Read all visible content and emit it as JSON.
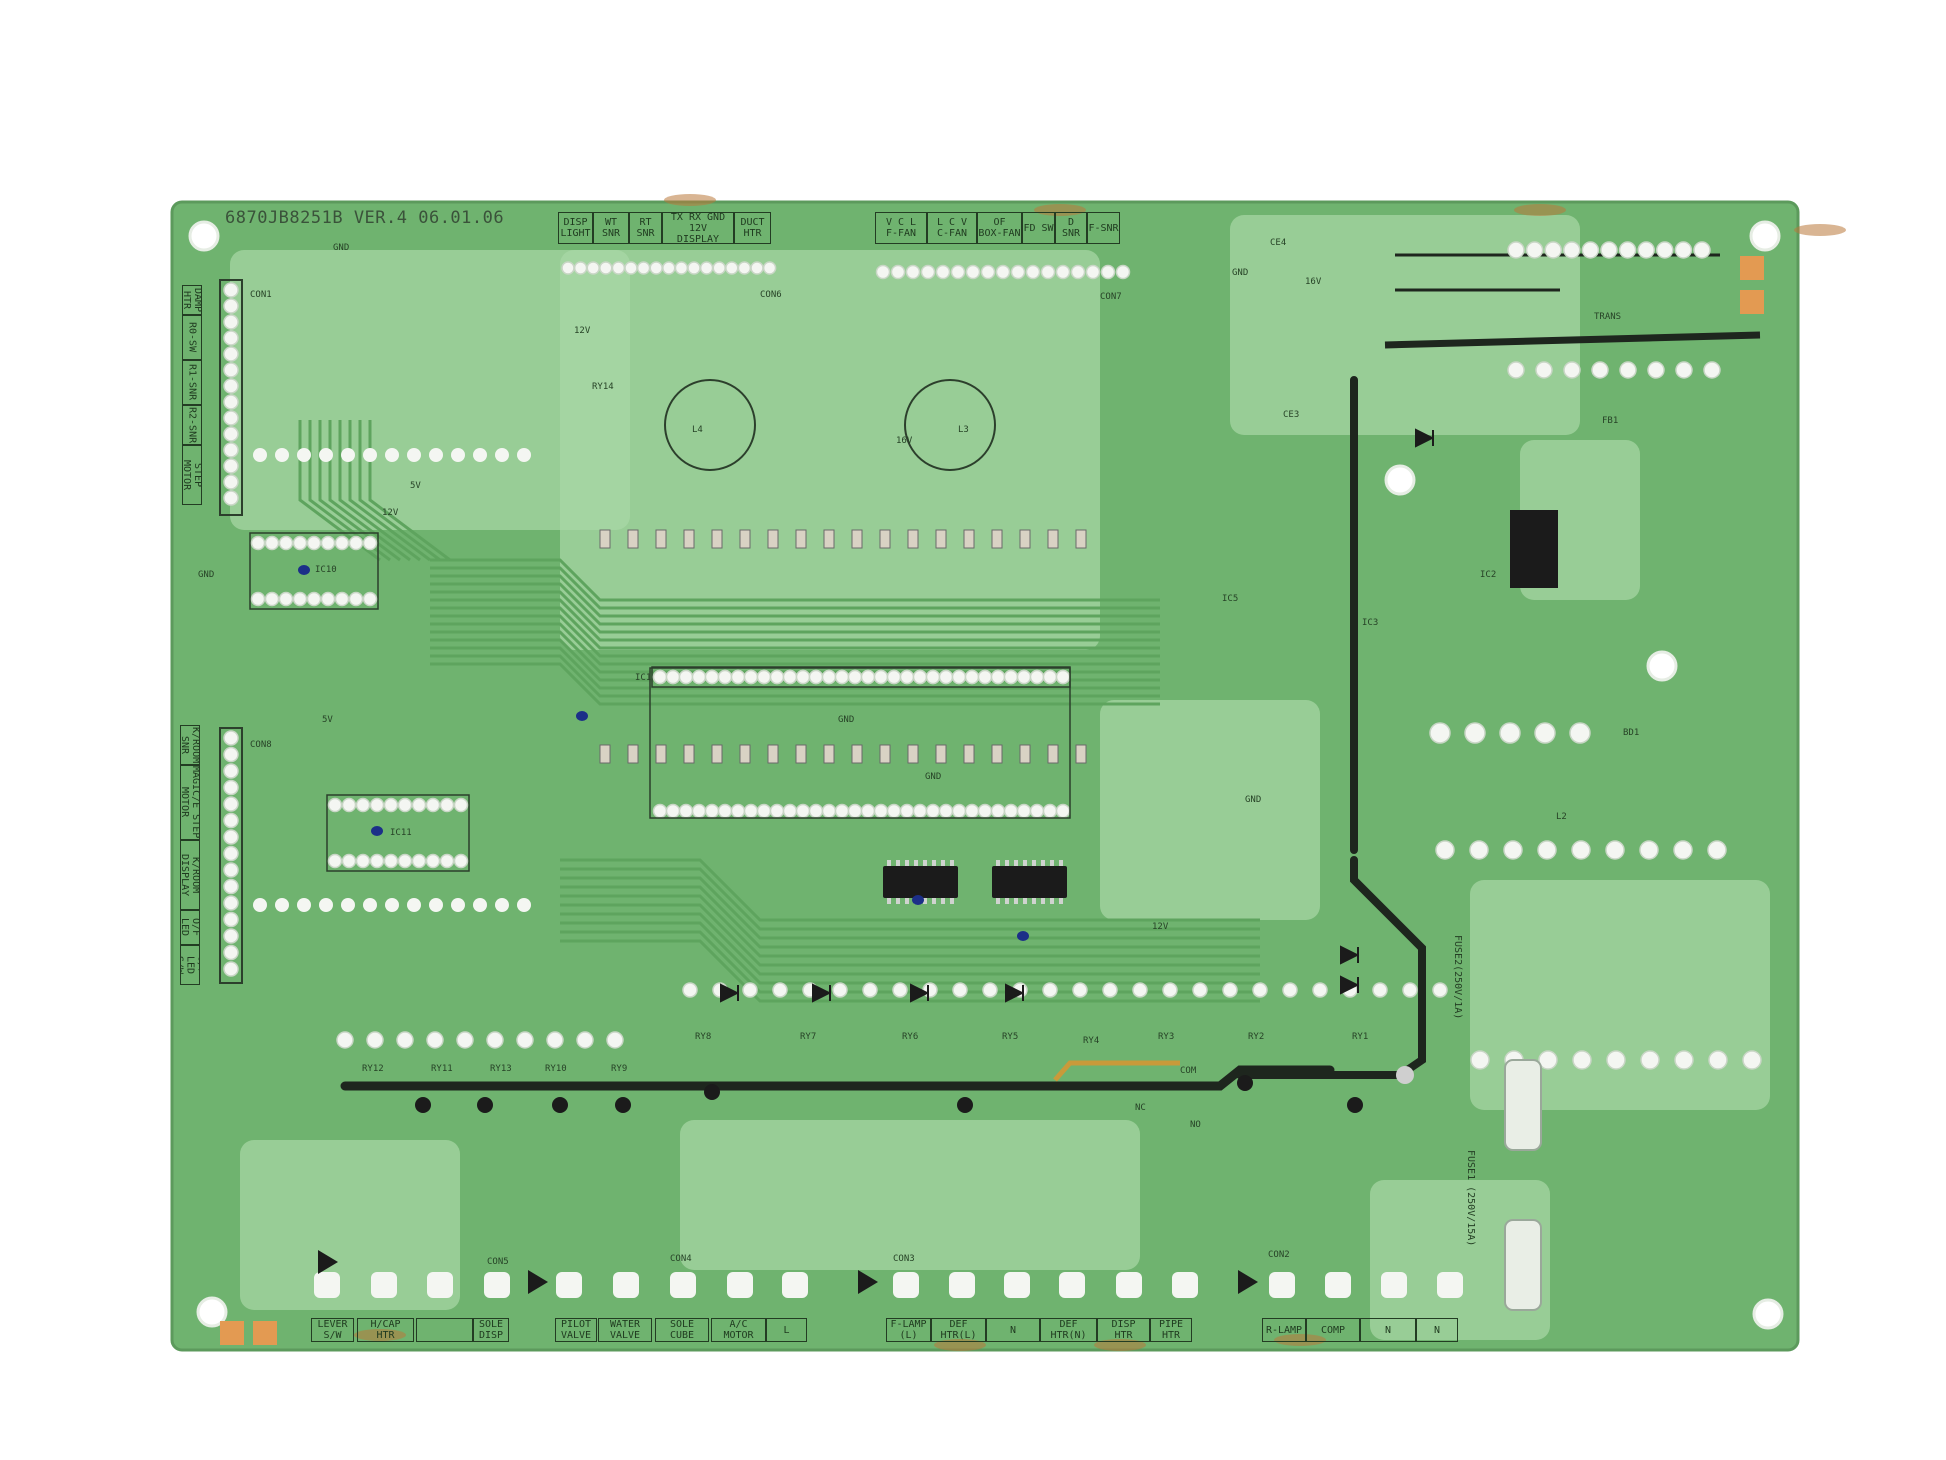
{
  "board": {
    "part_number": "6870JB8251B VER.4 06.01.06",
    "colors": {
      "substrate": "#6fb36f",
      "light": "#a9d9a6",
      "trace": "#5ea45e",
      "silk": "#233c23",
      "pad": "#f4f6f2",
      "copper_black": "#1e261e",
      "rust": "#b9783a"
    }
  },
  "top_connectors": [
    {
      "top": "DISP",
      "bottom": "LIGHT"
    },
    {
      "top": "WT",
      "bottom": "SNR"
    },
    {
      "top": "RT",
      "bottom": "SNR"
    },
    {
      "top": "TX RX GND 12V",
      "bottom": "DISPLAY"
    },
    {
      "top": "DUCT",
      "bottom": "HTR"
    },
    {
      "top": "V C L",
      "bottom": "F-FAN"
    },
    {
      "top": "L C V",
      "bottom": "C-FAN"
    },
    {
      "top": "OF",
      "bottom": "BOX-FAN"
    },
    {
      "top": "",
      "bottom": "FD SW"
    },
    {
      "top": "",
      "bottom": "D SNR"
    },
    {
      "top": "",
      "bottom": "F-SNR"
    }
  ],
  "left_connectors_upper": [
    "DAMP HTR",
    "R0-SW",
    "R1-SNR",
    "R2-SNR",
    "STEP MOTOR"
  ],
  "left_connectors_lower": [
    "K/ROOM SNR",
    "MAGIC/E STEP MOTOR",
    "K/ROOM DISPLAY",
    "O/F LED",
    "O/F LED S/W"
  ],
  "bottom_connectors": [
    {
      "top": "LEVER",
      "bottom": "S/W"
    },
    {
      "top": "H/CAP",
      "bottom": "HTR"
    },
    {
      "top": "",
      "bottom": ""
    },
    {
      "top": "SOLE",
      "bottom": "DISP"
    },
    {
      "top": "PILOT",
      "bottom": "VALVE"
    },
    {
      "top": "WATER",
      "bottom": "VALVE"
    },
    {
      "top": "SOLE",
      "bottom": "CUBE"
    },
    {
      "top": "A/C",
      "bottom": "MOTOR"
    },
    {
      "top": "",
      "bottom": "L"
    },
    {
      "top": "F-LAMP",
      "bottom": "(L)"
    },
    {
      "top": "DEF",
      "bottom": "HTR(L)"
    },
    {
      "top": "",
      "bottom": "N"
    },
    {
      "top": "DEF",
      "bottom": "HTR(N)"
    },
    {
      "top": "DISP",
      "bottom": "HTR"
    },
    {
      "top": "PIPE",
      "bottom": "HTR"
    },
    {
      "top": "",
      "bottom": "R-LAMP"
    },
    {
      "top": "",
      "bottom": "COMP"
    },
    {
      "top": "",
      "bottom": "N"
    },
    {
      "top": "",
      "bottom": "N"
    }
  ],
  "components": {
    "gnd1": "GND",
    "gnd2": "GND",
    "gnd3": "GND",
    "gnd4": "GND",
    "gnd5": "GND",
    "v12a": "12V",
    "v12b": "12V",
    "v5a": "5V",
    "v5b": "5V",
    "v16": "16V",
    "ic1": "IC1",
    "ic10": "IC10",
    "ic11": "IC11",
    "bd1": "BD1",
    "trans": "TRANS",
    "l3": "L3",
    "l4": "L4",
    "l2": "L2",
    "ce4": "CE4",
    "ce3": "CE3",
    "con1": "CON1",
    "con2": "CON2",
    "con3": "CON3",
    "con4": "CON4",
    "con5": "CON5",
    "con6": "CON6",
    "con7": "CON7",
    "con8": "CON8",
    "ry1": "RY1",
    "ry2": "RY2",
    "ry3": "RY3",
    "ry4": "RY4",
    "ry5": "RY5",
    "ry6": "RY6",
    "ry7": "RY7",
    "ry8": "RY8",
    "ry9": "RY9",
    "ry10": "RY10",
    "ry11": "RY11",
    "ry12": "RY12",
    "ry13": "RY13",
    "ry14": "RY14",
    "com": "COM",
    "nc": "NC",
    "no": "NO",
    "fb1": "FB1",
    "ic2": "IC2",
    "ic3": "IC3",
    "ic5": "IC5"
  },
  "fuses": {
    "fuse1": "FUSE1 (250V/15A)",
    "fuse2": "FUSE2(250V/1A)"
  }
}
